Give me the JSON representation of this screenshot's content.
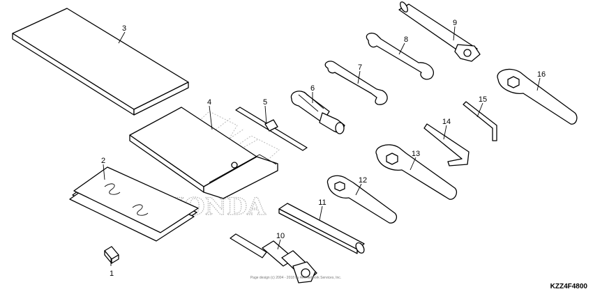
{
  "diagram": {
    "watermark": "HONDA",
    "copyright": "Page design (c) 2004 - 2018 by ARI Network Services, Inc.",
    "diagram_code": "KZZ4F4800",
    "callouts": [
      "1",
      "2",
      "3",
      "4",
      "5",
      "6",
      "7",
      "8",
      "9",
      "10",
      "11",
      "12",
      "13",
      "14",
      "15",
      "16"
    ]
  }
}
